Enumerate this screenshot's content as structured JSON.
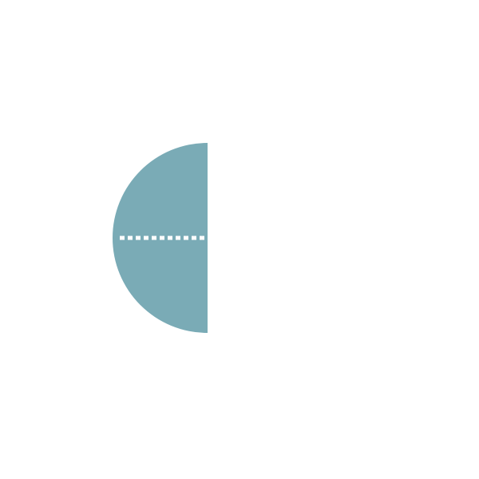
{
  "diagram": {
    "shape": "half-circle",
    "orientation": "left",
    "fill_color": "#7aabb6",
    "background_color": "#ffffff",
    "radius_line": {
      "style": "dotted",
      "color": "#ffffff"
    }
  }
}
